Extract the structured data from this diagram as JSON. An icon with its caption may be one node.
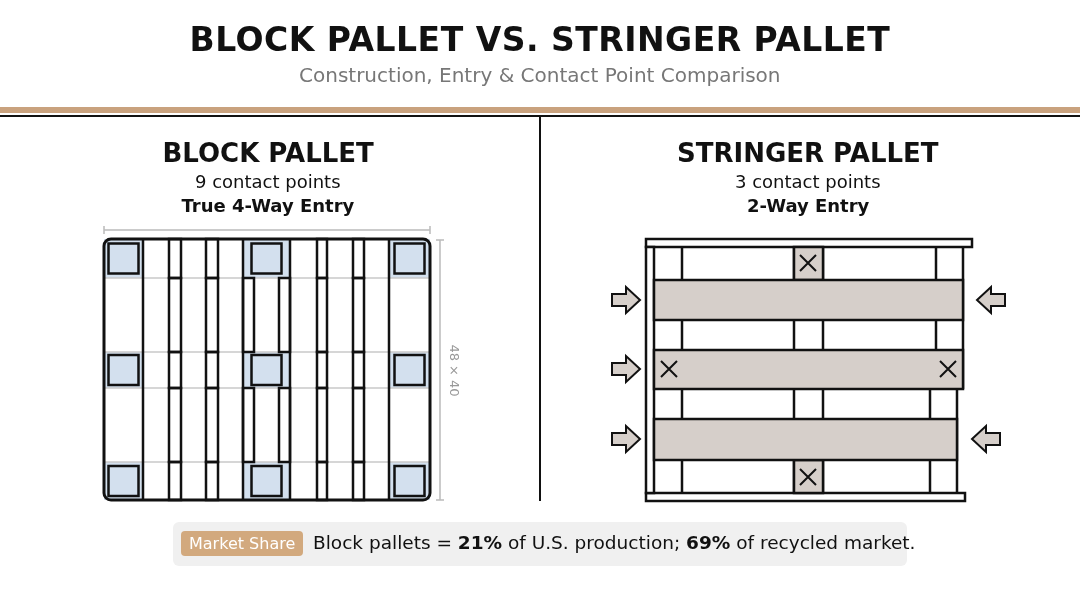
{
  "diagram": {
    "title": "BLOCK PALLET VS. STRINGER PALLET",
    "labels": [
      "Construction, Entry & Contact Point Comparison",
      "BLOCK PALLET",
      "9 contact points",
      "True 4-Way Entry",
      "STRINGER PALLET",
      "3 contact points",
      "2-Way Entry",
      "48 × 40",
      "Market Share",
      "Block pallets = **21%** of U.S. production; **69%** of recycled market."
    ]
  }
}
